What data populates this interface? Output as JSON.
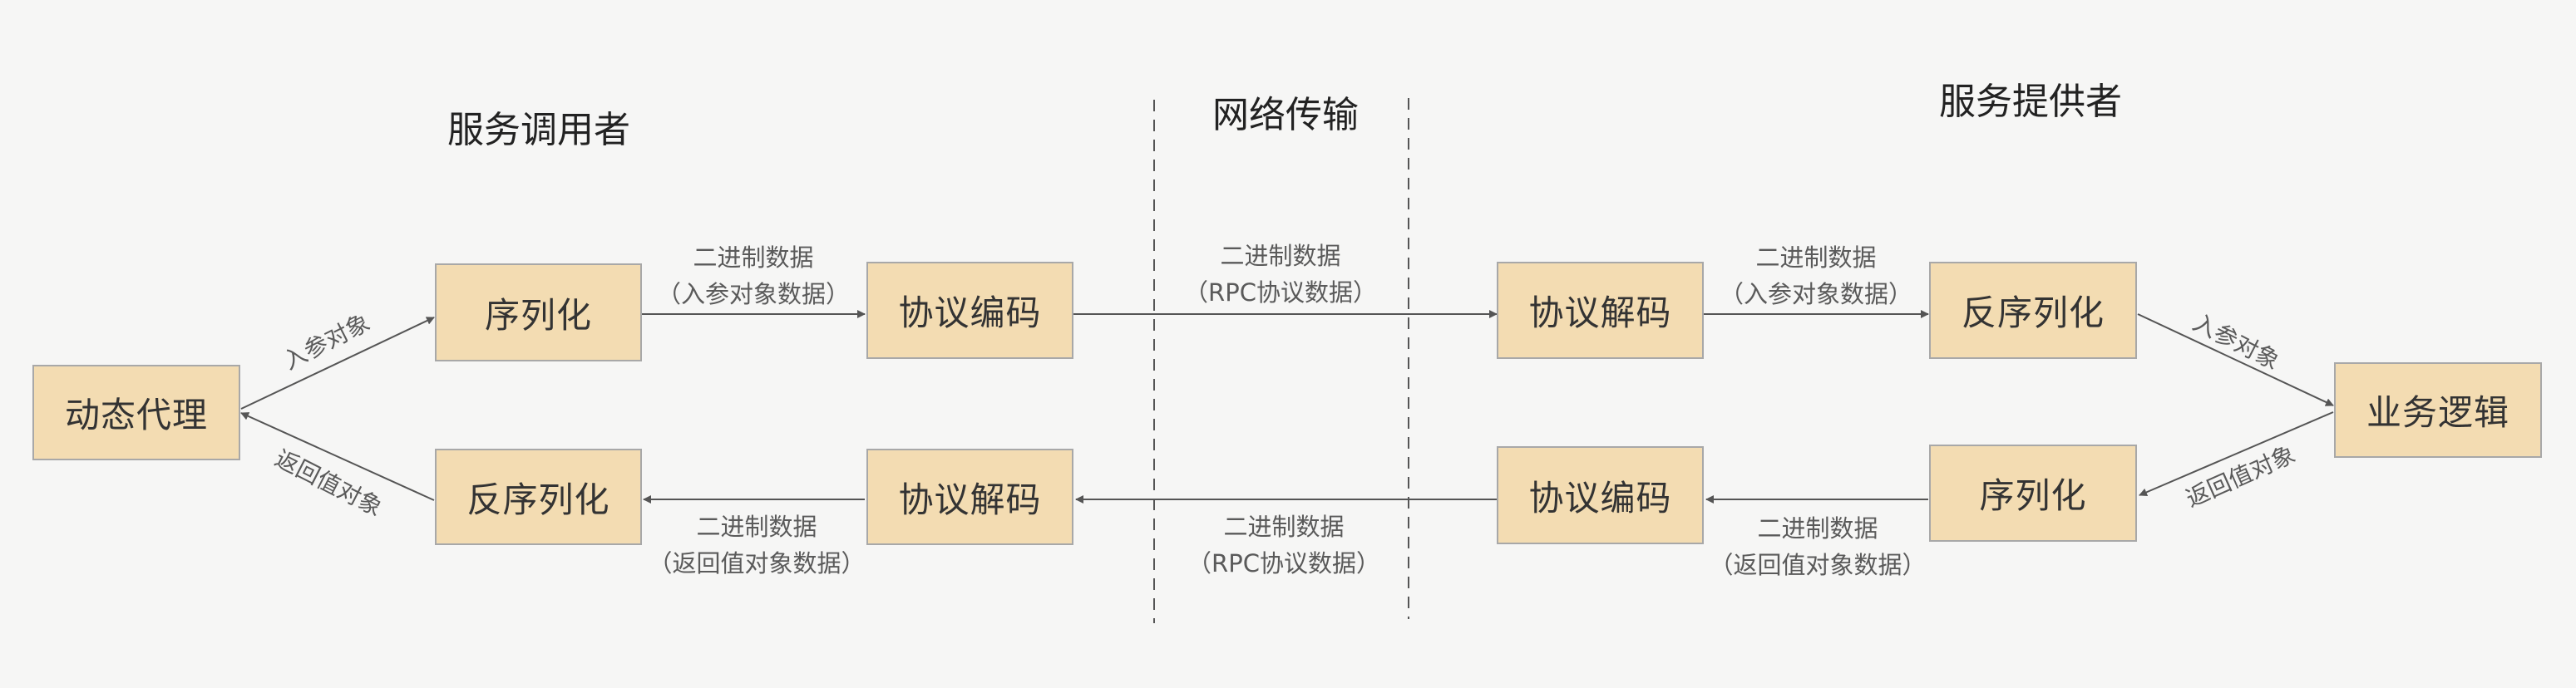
{
  "sections": {
    "caller": "服务调用者",
    "network": "网络传输",
    "provider": "服务提供者"
  },
  "nodes": {
    "dynamic_proxy": "动态代理",
    "caller_serialize": "序列化",
    "caller_encode": "协议编码",
    "caller_deserialize": "反序列化",
    "caller_decode": "协议解码",
    "provider_decode": "协议解码",
    "provider_deserialize": "反序列化",
    "business_logic": "业务逻辑",
    "provider_encode": "协议编码",
    "provider_serialize": "序列化"
  },
  "edge_labels": {
    "proxy_to_serialize": "入参对象",
    "deserialize_to_proxy": "返回值对象",
    "caller_top_line1": "二进制数据",
    "caller_top_line2": "（入参对象数据）",
    "caller_bottom_line1": "二进制数据",
    "caller_bottom_line2": "（返回值对象数据）",
    "network_top_line1": "二进制数据",
    "network_top_line2": "（RPC协议数据）",
    "network_bottom_line1": "二进制数据",
    "network_bottom_line2": "（RPC协议数据）",
    "provider_top_line1": "二进制数据",
    "provider_top_line2": "（入参对象数据）",
    "provider_bottom_line1": "二进制数据",
    "provider_bottom_line2": "（返回值对象数据）",
    "deserialize_to_logic": "入参对象",
    "logic_to_serialize": "返回值对象"
  },
  "colors": {
    "box_fill": "#f3dcb2",
    "box_border": "#a8a8a8",
    "arrow": "#555555",
    "background": "#f6f6f5"
  }
}
